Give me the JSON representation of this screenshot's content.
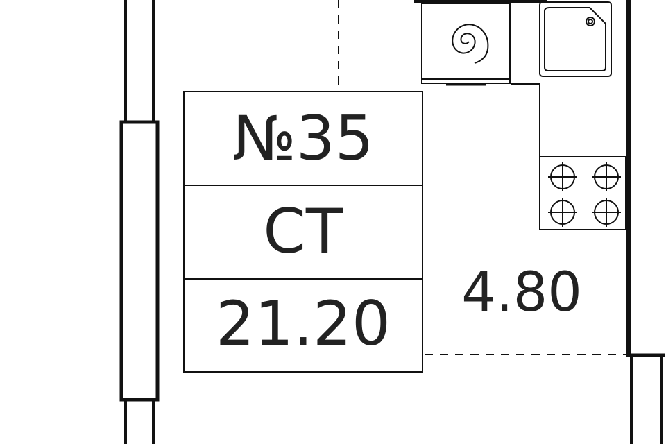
{
  "apartment": {
    "number": "№35",
    "type": "СТ",
    "total_area": "21.20"
  },
  "rooms": {
    "kitchen_area": "4.80"
  },
  "colors": {
    "line": "#111111",
    "text": "#222222",
    "background": "#ffffff"
  }
}
